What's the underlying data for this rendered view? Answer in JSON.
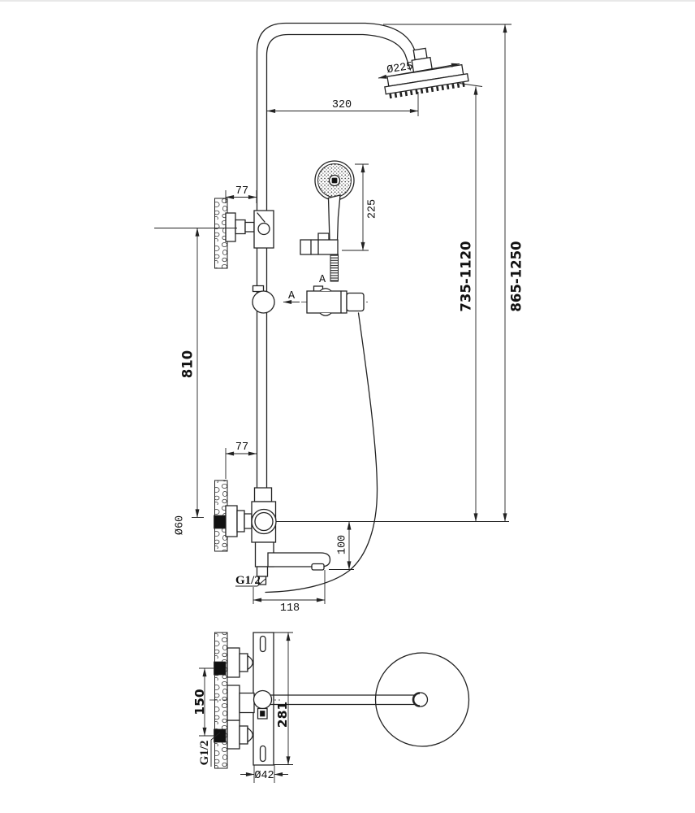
{
  "page": {
    "background": "#ffffff",
    "line_color": "#222222"
  },
  "front_view": {
    "labels": {
      "head_diameter": "Ø225",
      "arm_reach": "320",
      "hand_shower_length": "225",
      "upper_bracket_offset": "77",
      "bar_height": "810",
      "lower_bracket_offset": "77",
      "flange_diameter": "Ø60",
      "spout_drop": "100",
      "outlet_thread": "G1/2",
      "spout_reach": "118",
      "riser_height_range": "735-1120",
      "overall_height_range": "865-1250",
      "section_arrow_label": "A",
      "section_view_label": "A"
    }
  },
  "plan_view": {
    "labels": {
      "inlet_spacing": "150",
      "inlet_thread": "G1/2",
      "body_depth": "281",
      "bar_diameter": "Ø42"
    }
  }
}
